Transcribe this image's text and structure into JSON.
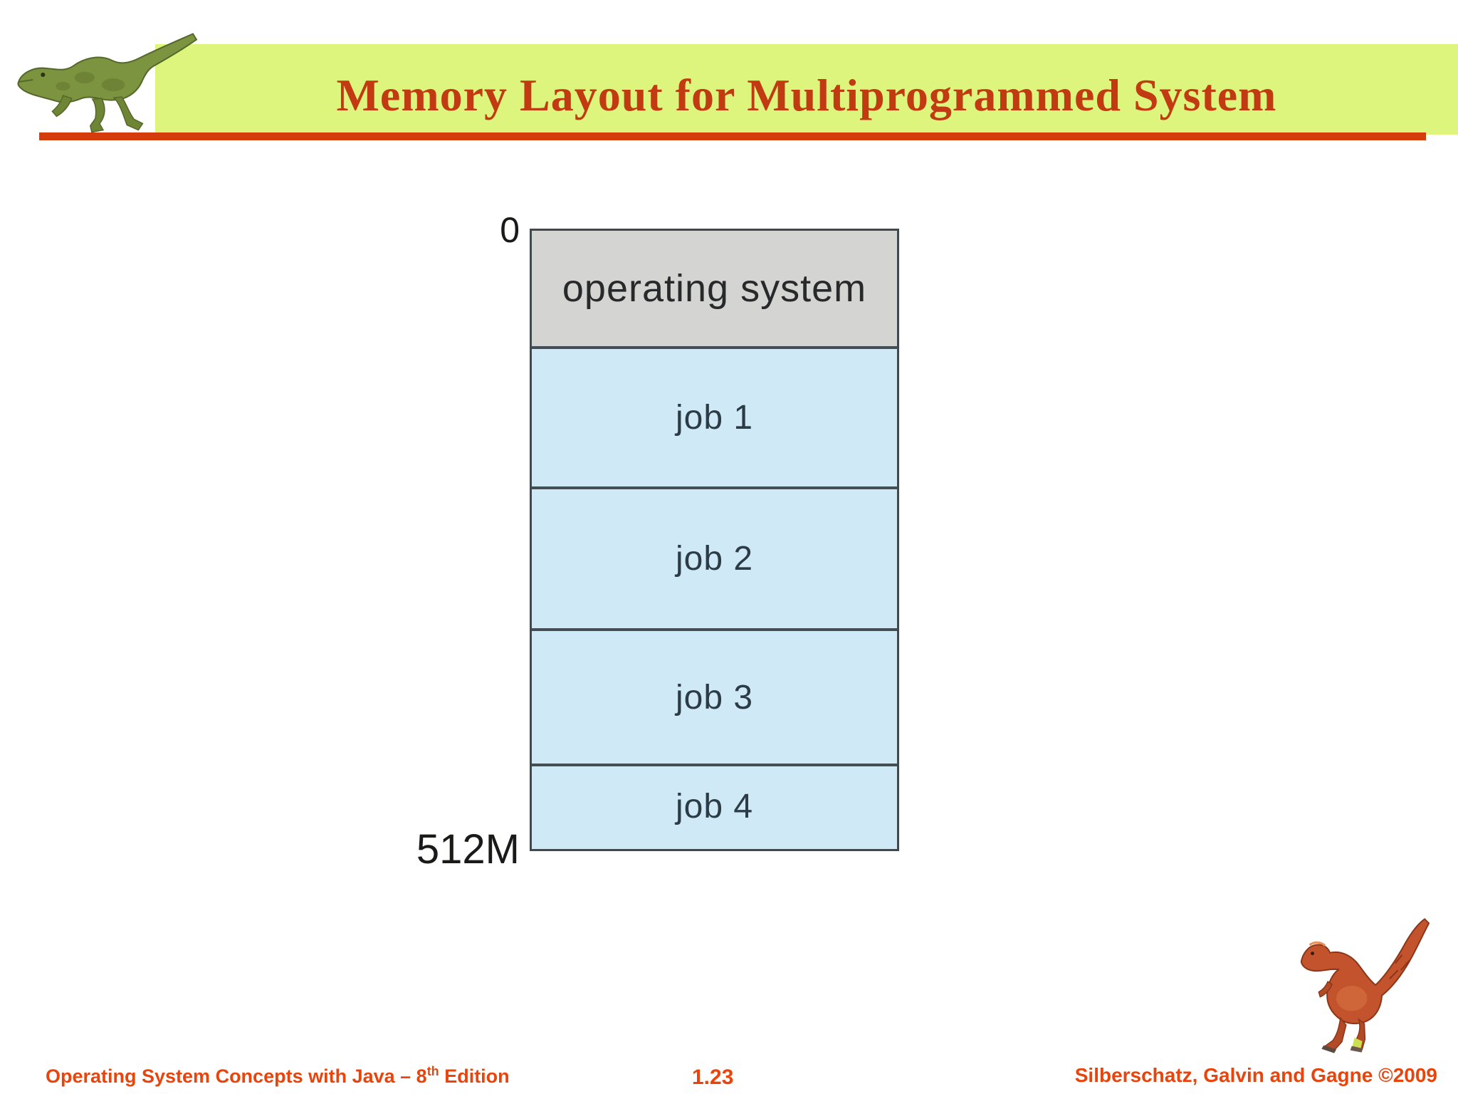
{
  "slide": {
    "title": "Memory Layout for Multiprogrammed System",
    "footer": {
      "left_main": "Operating System Concepts  with Java – 8",
      "left_sup": "th",
      "left_tail": " Edition",
      "page_number": "1.23",
      "right": "Silberschatz, Galvin and Gagne ©2009"
    }
  },
  "diagram": {
    "top_label": "0",
    "bottom_label": "512M",
    "sections": [
      {
        "label": "operating system",
        "kind": "os"
      },
      {
        "label": "job 1",
        "kind": "job"
      },
      {
        "label": "job 2",
        "kind": "job"
      },
      {
        "label": "job 3",
        "kind": "job"
      },
      {
        "label": "job 4",
        "kind": "job"
      }
    ]
  },
  "icons": {
    "top_left": "green-dinosaur-logo",
    "bottom_right": "red-dinosaur-logo"
  },
  "colors": {
    "banner_bg": "#ddf57c",
    "title_text": "#c23a12",
    "rule": "#d43d0b",
    "footer_text": "#e8440b",
    "os_fill": "#d4d4d2",
    "job_fill": "#cfe9f6",
    "box_border": "#40494e",
    "divider": "#454e52",
    "os_text": "#27292a",
    "job_text": "#2c3c46",
    "address_text": "#1a1a18",
    "background": "#ffffff"
  }
}
